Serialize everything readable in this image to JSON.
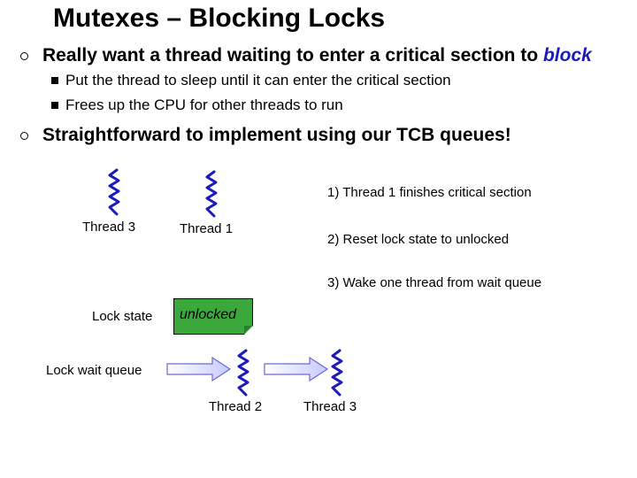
{
  "slide": {
    "title": "Mutexes – Blocking Locks",
    "bullets": [
      {
        "text_main": "Really want a thread waiting to enter a critical section to ",
        "text_em": "block",
        "sub": [
          "Put the thread to sleep until it can enter the critical section",
          "Frees up the CPU for other threads to run"
        ]
      },
      {
        "text_main": "Straightforward to implement using our TCB queues!"
      }
    ]
  },
  "diagram": {
    "threads_top": [
      {
        "label": "Thread 3",
        "icon": "thread-squiggle-icon"
      },
      {
        "label": "Thread 1",
        "icon": "thread-squiggle-icon"
      }
    ],
    "steps": [
      "1) Thread 1 finishes critical section",
      "2) Reset lock state to unlocked",
      "3) Wake one thread from wait queue"
    ],
    "lock_state_label": "Lock state",
    "lock_state_value": "unlocked",
    "wait_queue_label": "Lock wait queue",
    "queue_threads": [
      {
        "label": "Thread 2",
        "icon": "thread-squiggle-icon"
      },
      {
        "label": "Thread 3",
        "icon": "thread-squiggle-icon"
      }
    ]
  },
  "colors": {
    "thread": "#1b1bbd",
    "emphasis": "#1b1bbd",
    "lock_box": "#3aa83a",
    "arrow_fill": "#d9d9ff",
    "arrow_stroke": "#6b6bd6"
  }
}
